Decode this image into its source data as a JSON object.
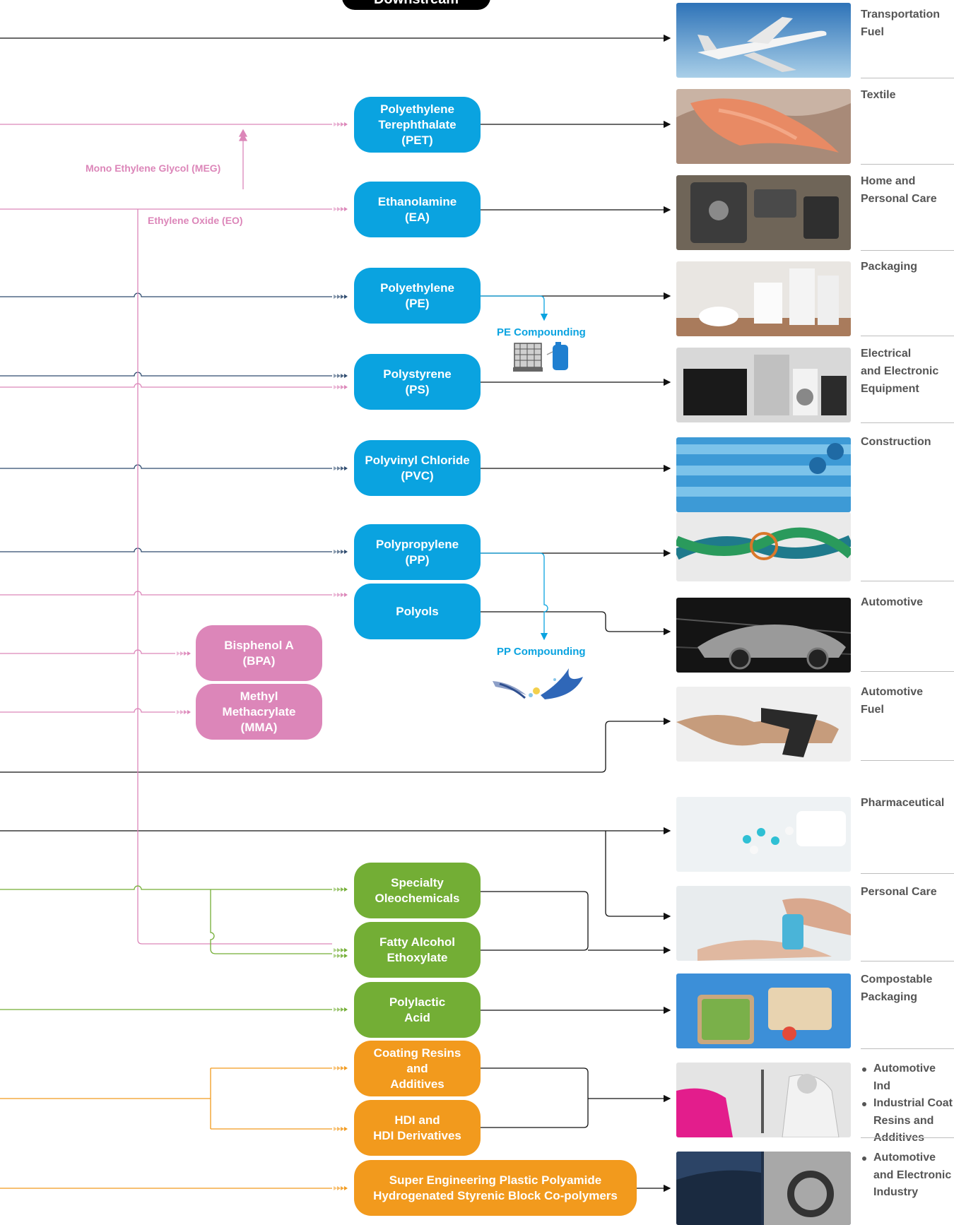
{
  "header": {
    "title": "Downstream"
  },
  "labels": {
    "meg": "Mono Ethylene Glycol (MEG)",
    "eo": "Ethylene Oxide (EO)",
    "pe_compounding": "PE Compounding",
    "pp_compounding": "PP Compounding"
  },
  "products": {
    "pet": "Polyethylene\nTerephthalate\n(PET)",
    "ea": "Ethanolamine\n(EA)",
    "pe": "Polyethylene\n(PE)",
    "ps": "Polystyrene\n(PS)",
    "pvc": "Polyvinyl Chloride\n(PVC)",
    "pp": "Polypropylene\n(PP)",
    "polyols": "Polyols",
    "bpa": "Bisphenol A\n(BPA)",
    "mma": "Methyl\nMethacrylate\n(MMA)",
    "oleo": "Specialty\nOleochemicals",
    "fae": "Fatty Alcohol\nEthoxylate",
    "pla": "Polylactic\nAcid",
    "coating": "Coating Resins\nand\nAdditives",
    "hdi": "HDI and\nHDI Derivatives",
    "super": "Super Engineering Plastic Polyamide\nHydrogenated Styrenic Block Co-polymers"
  },
  "categories": {
    "transport": "Transportation\nFuel",
    "textile": "Textile",
    "home": "Home and\nPersonal Care",
    "packaging": "Packaging",
    "electrical": "Electrical\nand Electronic\nEquipment",
    "construction": "Construction",
    "automotive": "Automotive",
    "auto_fuel": "Automotive\nFuel",
    "pharma": "Pharmaceutical",
    "personal_care": "Personal Care",
    "compostable": "Compostable\nPackaging",
    "auto_ind": "Automotive Ind",
    "ind_coat_1": "Industrial Coat",
    "ind_coat_2": "Resins and",
    "ind_coat_3": "Additives",
    "auto_elec_1": "Automotive",
    "auto_elec_2": "and Electronic",
    "auto_elec_3": "Industry"
  },
  "colors": {
    "blue": "#0aa3e0",
    "pink": "#dc86b9",
    "green": "#73ae35",
    "orange": "#f29a1d",
    "navy": "#2d4a6e",
    "black": "#111111"
  }
}
